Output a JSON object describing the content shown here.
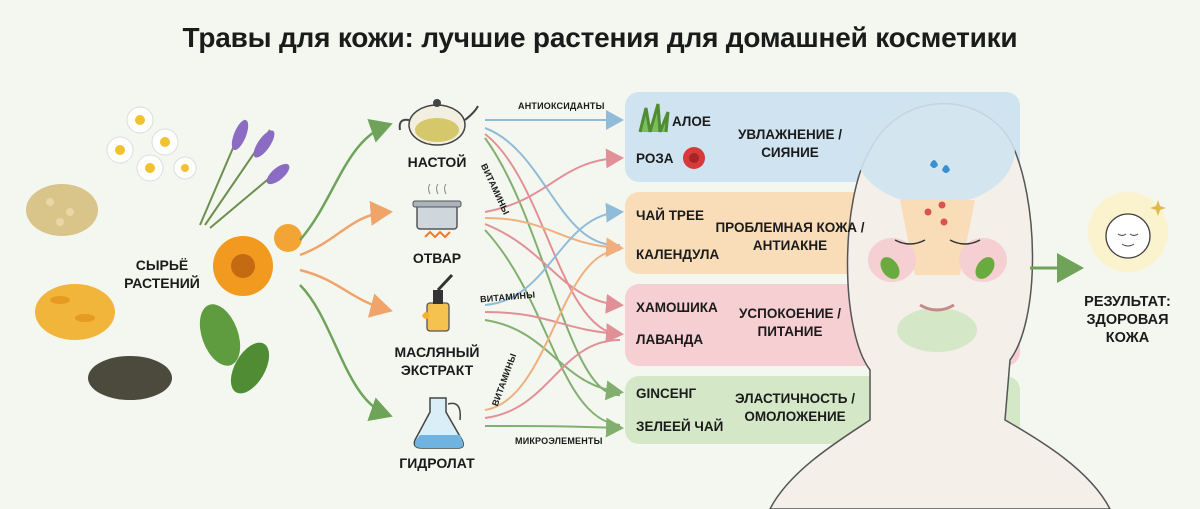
{
  "title": "Травы для кожи: лучшие растения для домашней косметики",
  "raw": {
    "line1": "СЫРЬЁ",
    "line2": "РАСТЕНИЙ"
  },
  "forms": [
    {
      "line1": "НАСТОЙ",
      "line2": ""
    },
    {
      "line1": "ОТВАР",
      "line2": ""
    },
    {
      "line1": "МАСЛЯНЫЙ",
      "line2": "ЭКСТРАКТ"
    },
    {
      "line1": "ГИДРОЛАТ",
      "line2": ""
    }
  ],
  "flow_labels": {
    "antioxidants": "АНТИОКСИДАНТЫ",
    "vitamins_1": "ВИТАМИНЫ",
    "vitamins_2": "ВИТАМИНЫ",
    "vitamins_3": "ВИТАМИНЫ",
    "microelements": "МИКРОЭЛЕМЕНТЫ"
  },
  "groups": [
    {
      "plants": [
        "АЛОЕ",
        "РОЗА"
      ],
      "effect": {
        "line1": "УВЛАЖНЕНИЕ /",
        "line2": "СИЯНИЕ"
      },
      "color": "#cfe3f0"
    },
    {
      "plants": [
        "ЧАЙ ТРЕЕ",
        "КАЛЕНДУЛА"
      ],
      "effect": {
        "line1": "ПРОБЛЕМНАЯ КОЖА /",
        "line2": "АНТИАКНЕ"
      },
      "color": "#f9ddb9"
    },
    {
      "plants": [
        "ХАМОШИКА",
        "ЛАВАНДА"
      ],
      "effect": {
        "line1": "УСПОКОЕНИЕ /",
        "line2": "ПИТАНИЕ"
      },
      "color": "#f5cfd2"
    },
    {
      "plants": [
        "GINСЕНГ",
        "ЗЕЛЕЕЙ ЧАЙ"
      ],
      "effect": {
        "line1": "ЭЛАСТИЧНОСТЬ /",
        "line2": "ОМОЛОЖЕНИЕ"
      },
      "color": "#d4e8c8"
    }
  ],
  "result": {
    "line1": "РЕЗУЛЬТАТ:",
    "line2": "ЗДОРОВАЯ",
    "line3": "КОЖА"
  }
}
